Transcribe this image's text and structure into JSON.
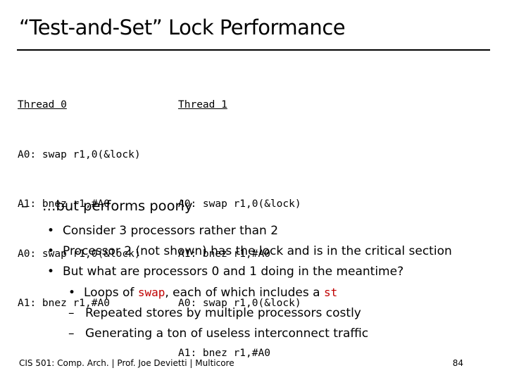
{
  "title": "“Test-and-Set” Lock Performance",
  "thread0": {
    "header": "Thread 0",
    "lines": [
      "A0: swap r1,0(&lock)",
      "A1: bnez r1,#A0",
      "A0: swap r1,0(&lock)",
      "A1: bnez r1,#A0"
    ]
  },
  "thread1": {
    "header": "Thread 1",
    "lines": [
      "A0: swap r1,0(&lock)",
      "A1: bnez r1,#A0",
      "A0: swap r1,0(&lock)",
      "A1: bnez r1,#A0"
    ]
  },
  "point": {
    "marker": "–",
    "text": "…but performs poorly"
  },
  "bullets": [
    {
      "marker": "•",
      "text": "Consider 3 processors rather than 2"
    },
    {
      "marker": "•",
      "text": "Processor 2 (not shown) has the lock and is in the critical section"
    },
    {
      "marker": "•",
      "text": "But what are processors 0 and 1 doing in the meantime?"
    }
  ],
  "sub_bullet": {
    "marker": "•",
    "prefix": "Loops of ",
    "code1": "swap",
    "middle": ", each of which includes a ",
    "code2": "st"
  },
  "sub_dashes": [
    {
      "marker": "–",
      "text": "Repeated stores by multiple processors costly"
    },
    {
      "marker": "–",
      "text": "Generating a ton of useless interconnect traffic"
    }
  ],
  "footer": "CIS 501: Comp. Arch.  |  Prof. Joe Devietti  |  Multicore",
  "page_number": "84"
}
